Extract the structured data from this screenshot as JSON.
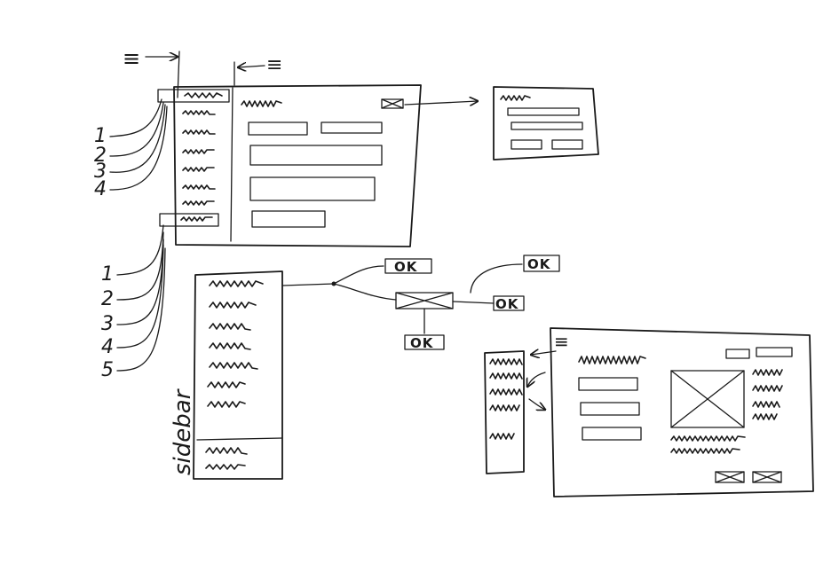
{
  "annotations": {
    "menu_glyph": "≡",
    "callout_numbers_top": [
      "1",
      "2",
      "3",
      "4"
    ],
    "callout_numbers_bottom": [
      "1",
      "2",
      "3",
      "4",
      "5"
    ]
  },
  "sidebar_sketch": {
    "label": "sidebar"
  },
  "flow": {
    "ok_labels": [
      "OK",
      "OK",
      "OK",
      "OK"
    ]
  }
}
